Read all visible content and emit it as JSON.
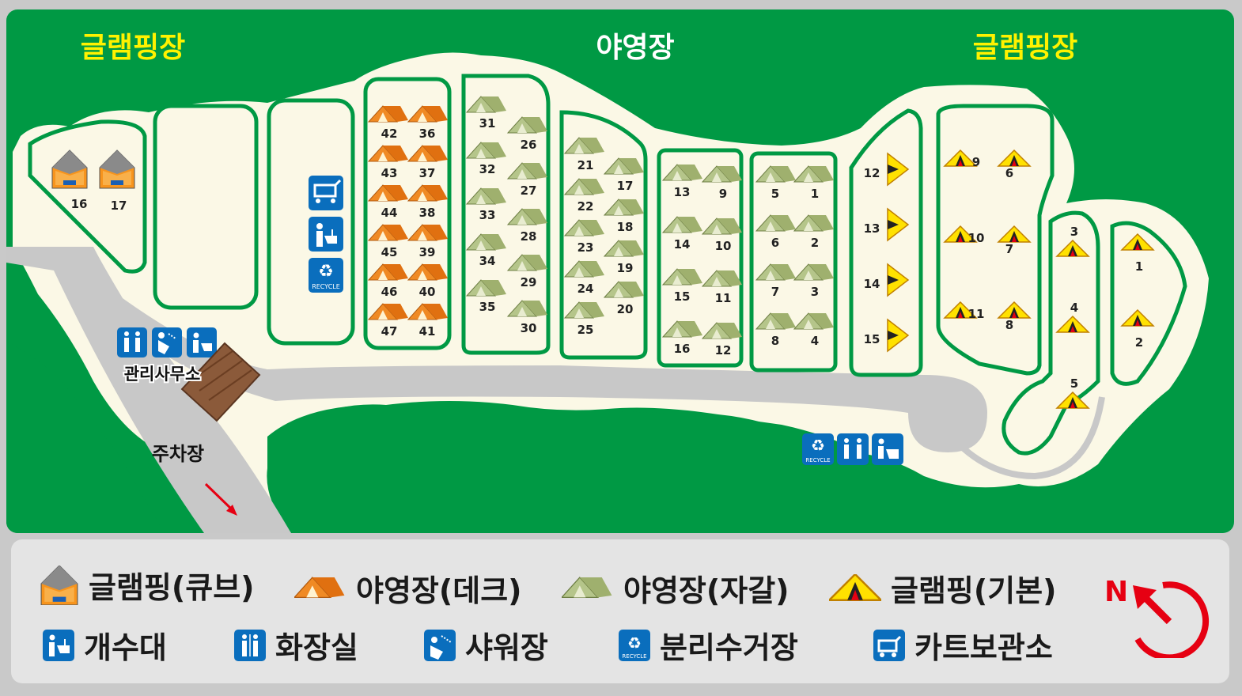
{
  "titles": {
    "glamping_left": "글램핑장",
    "campsite": "야영장",
    "glamping_right": "글램핑장"
  },
  "places": {
    "office": "관리사무소",
    "parking": "주차장"
  },
  "sites": {
    "cube_glamping": [
      "16",
      "17"
    ],
    "deck_col_a": [
      "42",
      "43",
      "44",
      "45",
      "46",
      "47"
    ],
    "deck_col_b": [
      "36",
      "37",
      "38",
      "39",
      "40",
      "41"
    ],
    "gravel_col_1a": [
      "31",
      "32",
      "33",
      "34",
      "35"
    ],
    "gravel_col_1b": [
      "26",
      "27",
      "28",
      "29",
      "30"
    ],
    "gravel_col_2a": [
      "21",
      "22",
      "23",
      "24",
      "25"
    ],
    "gravel_col_2b": [
      "17",
      "18",
      "19",
      "20"
    ],
    "gravel_col_3a": [
      "13",
      "14",
      "15",
      "16"
    ],
    "gravel_col_3b": [
      "9",
      "10",
      "11",
      "12"
    ],
    "gravel_col_4a": [
      "5",
      "6",
      "7",
      "8"
    ],
    "gravel_col_4b": [
      "1",
      "2",
      "3",
      "4"
    ],
    "basic_col_1": [
      "12",
      "13",
      "14",
      "15"
    ],
    "basic_col_2": [
      "9",
      "10",
      "11"
    ],
    "basic_col_3": [
      "6",
      "7",
      "8"
    ],
    "basic_col_4": [
      "3",
      "4",
      "5"
    ],
    "basic_col_5": [
      "1",
      "2"
    ]
  },
  "recycle_text": "RECYCLE",
  "legend": {
    "cube": "글램핑(큐브)",
    "deck": "야영장(데크)",
    "gravel": "야영장(자갈)",
    "basic": "글램핑(기본)",
    "sink": "개수대",
    "toilet": "화장실",
    "shower": "샤워장",
    "recycle": "분리수거장",
    "cart": "카트보관소",
    "north": "N"
  },
  "colors": {
    "forest": "#009944",
    "ground": "#fbf8e6",
    "road": "#c8c8c8",
    "title_yellow": "#fff200",
    "deck_orange": "#f08a24",
    "gravel_green": "#b5c58a",
    "basic_yellow": "#ffe100",
    "service_blue": "#0a6ebd",
    "north_red": "#e60012"
  }
}
